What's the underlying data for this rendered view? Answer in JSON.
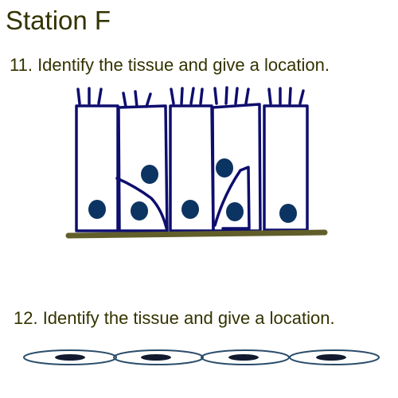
{
  "header": {
    "title": "Station F"
  },
  "questions": [
    {
      "label": "11. Identify the tissue and give a location."
    },
    {
      "label": "12. Identify the tissue and give a location."
    }
  ],
  "diagrams": {
    "pseudostratified_epithelium": {
      "cilia_present": true,
      "nuclei_count": 7
    },
    "simple_squamous_epithelium": {
      "cell_count": 4
    }
  },
  "colors": {
    "text": "#333300",
    "cell_outline": "#0e0e6e",
    "nucleus": "#0c3462",
    "basement_membrane": "#615e2a",
    "squamous_outline": "#2a4c6a",
    "squamous_nucleus": "#111a2e"
  }
}
